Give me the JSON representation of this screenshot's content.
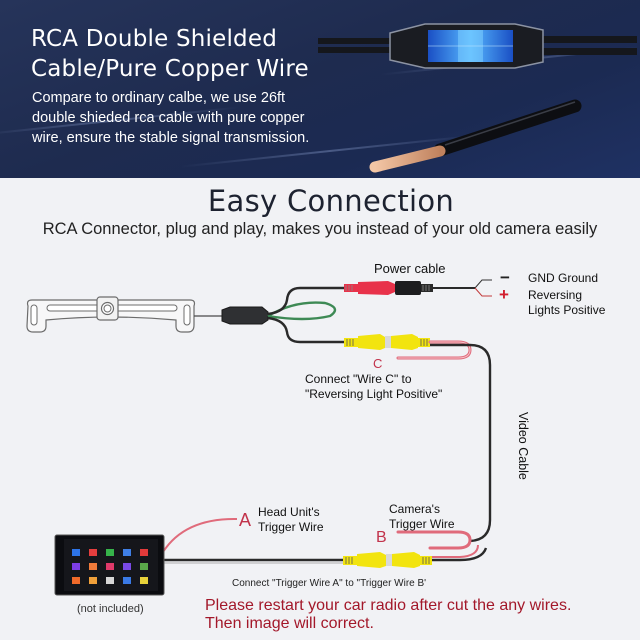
{
  "banner": {
    "title_line1": "RCA Double Shielded",
    "title_line2": "Cable/Pure Copper Wire",
    "description": "Compare to ordinary calbe, we use 26ft double shieded rca cable with pure copper wire, ensure the stable signal transmission.",
    "background_color": "#1e2b4f"
  },
  "section": {
    "title": "Easy Connection",
    "subtitle": "RCA Connector, plug and play, makes you instead of your old camera easily"
  },
  "diagram": {
    "power_cable_label": "Power cable",
    "minus_symbol": "−",
    "plus_symbol": "+",
    "gnd_label": "GND Ground",
    "reversing_label_line1": "Reversing",
    "reversing_label_line2": "Lights Positive",
    "wire_c_letter": "C",
    "wire_c_instruction_line1": "Connect \"Wire C\" to",
    "wire_c_instruction_line2": "\"Reversing Light Positive\"",
    "video_cable_label": "Video Cable",
    "wire_a_letter": "A",
    "head_unit_trigger_line1": "Head Unit's",
    "head_unit_trigger_line2": "Trigger Wire",
    "wire_b_letter": "B",
    "camera_trigger_line1": "Camera's",
    "camera_trigger_line2": "Trigger Wire",
    "trigger_instruction": "Connect \"Trigger Wire A\" to \"Trigger Wire B'",
    "head_unit_caption": "(not included)",
    "colors": {
      "rca_yellow": "#f2e40f",
      "power_red": "#e8324a",
      "trigger_pink": "#e06b7b",
      "green_loop": "#3e8a55",
      "cable_black": "#222222"
    }
  },
  "notice": {
    "line1": "Please restart  your  car radio after cut the any wires.",
    "line2": "Then image will correct.",
    "color": "#a3182a"
  }
}
